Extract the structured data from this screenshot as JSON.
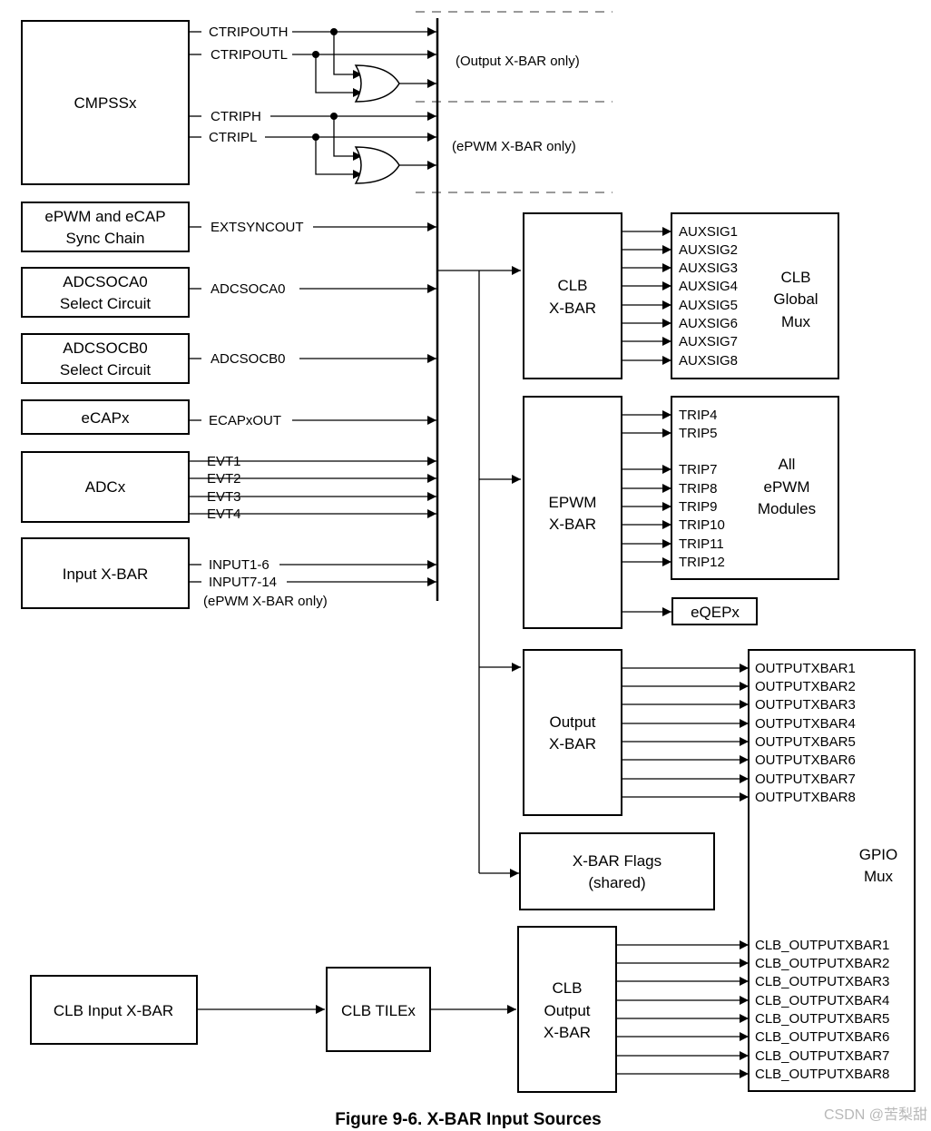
{
  "blocks": {
    "cmpss": "CMPSSx",
    "sync_chain": [
      "ePWM and eCAP",
      "Sync Chain"
    ],
    "adcsoca": [
      "ADCSOCA0",
      "Select Circuit"
    ],
    "adcsocb": [
      "ADCSOCB0",
      "Select Circuit"
    ],
    "ecap": "eCAPx",
    "adc": "ADCx",
    "input_xbar": "Input X-BAR",
    "clb_input_xbar": "CLB Input X-BAR",
    "clb_tile": "CLB TILEx",
    "clb_xbar": [
      "CLB",
      "X-BAR"
    ],
    "epwm_xbar": [
      "EPWM",
      "X-BAR"
    ],
    "output_xbar": [
      "Output",
      "X-BAR"
    ],
    "xbar_flags": [
      "X-BAR Flags",
      "(shared)"
    ],
    "clb_output_xbar": [
      "CLB",
      "Output",
      "X-BAR"
    ],
    "clb_global_mux": [
      "CLB",
      "Global",
      "Mux"
    ],
    "all_epwm": [
      "All",
      "ePWM",
      "Modules"
    ],
    "eqep": "eQEPx",
    "gpio_mux": [
      "GPIO",
      "Mux"
    ]
  },
  "signals": {
    "cmpss_out": [
      "CTRIPOUTH",
      "CTRIPOUTL"
    ],
    "cmpss_trip": [
      "CTRIPH",
      "CTRIPL"
    ],
    "extsync": "EXTSYNCOUT",
    "adcsoca": "ADCSOCA0",
    "adcsocb": "ADCSOCB0",
    "ecapout": "ECAPxOUT",
    "evt": [
      "EVT1",
      "EVT2",
      "EVT3",
      "EVT4"
    ],
    "inputs": [
      "INPUT1-6",
      "INPUT7-14",
      "(ePWM X-BAR only)"
    ],
    "aux": [
      "AUXSIG1",
      "AUXSIG2",
      "AUXSIG3",
      "AUXSIG4",
      "AUXSIG5",
      "AUXSIG6",
      "AUXSIG7",
      "AUXSIG8"
    ],
    "trips": [
      "TRIP4",
      "TRIP5",
      "TRIP7",
      "TRIP8",
      "TRIP9",
      "TRIP10",
      "TRIP11",
      "TRIP12"
    ],
    "outputxbar": [
      "OUTPUTXBAR1",
      "OUTPUTXBAR2",
      "OUTPUTXBAR3",
      "OUTPUTXBAR4",
      "OUTPUTXBAR5",
      "OUTPUTXBAR6",
      "OUTPUTXBAR7",
      "OUTPUTXBAR8"
    ],
    "clb_outputxbar": [
      "CLB_OUTPUTXBAR1",
      "CLB_OUTPUTXBAR2",
      "CLB_OUTPUTXBAR3",
      "CLB_OUTPUTXBAR4",
      "CLB_OUTPUTXBAR5",
      "CLB_OUTPUTXBAR6",
      "CLB_OUTPUTXBAR7",
      "CLB_OUTPUTXBAR8"
    ]
  },
  "notes": {
    "output_only": "(Output X-BAR only)",
    "epwm_only": "(ePWM X-BAR only)"
  },
  "caption": "Figure 9-6. X-BAR Input Sources",
  "watermark": "CSDN @苦梨甜"
}
